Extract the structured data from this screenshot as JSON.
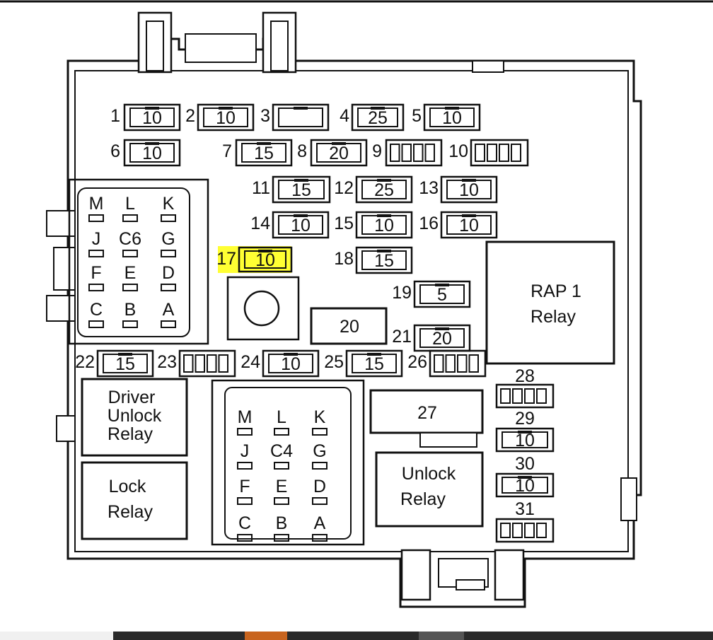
{
  "fuses": {
    "f1": {
      "num": "1",
      "rating": "10"
    },
    "f2": {
      "num": "2",
      "rating": "10"
    },
    "f3": {
      "num": "3",
      "rating": ""
    },
    "f4": {
      "num": "4",
      "rating": "25"
    },
    "f5": {
      "num": "5",
      "rating": "10"
    },
    "f6": {
      "num": "6",
      "rating": "10"
    },
    "f7": {
      "num": "7",
      "rating": "15"
    },
    "f8": {
      "num": "8",
      "rating": "20"
    },
    "f9": {
      "num": "9",
      "rating": ""
    },
    "f10": {
      "num": "10",
      "rating": ""
    },
    "f11": {
      "num": "11",
      "rating": "15"
    },
    "f12": {
      "num": "12",
      "rating": "25"
    },
    "f13": {
      "num": "13",
      "rating": "10"
    },
    "f14": {
      "num": "14",
      "rating": "10"
    },
    "f15": {
      "num": "15",
      "rating": "10"
    },
    "f16": {
      "num": "16",
      "rating": "10"
    },
    "f17": {
      "num": "17",
      "rating": "10"
    },
    "f18": {
      "num": "18",
      "rating": "15"
    },
    "f19": {
      "num": "19",
      "rating": "5"
    },
    "f20": {
      "num": "20",
      "rating": "20"
    },
    "f21": {
      "num": "21",
      "rating": "20"
    },
    "f22": {
      "num": "22",
      "rating": "15"
    },
    "f23": {
      "num": "23",
      "rating": ""
    },
    "f24": {
      "num": "24",
      "rating": "10"
    },
    "f25": {
      "num": "25",
      "rating": "15"
    },
    "f26": {
      "num": "26",
      "rating": ""
    },
    "f27": {
      "num": "27",
      "rating": ""
    },
    "f28": {
      "num": "28",
      "rating": ""
    },
    "f29": {
      "num": "29",
      "rating": "10"
    },
    "f30": {
      "num": "30",
      "rating": "10"
    },
    "f31": {
      "num": "31",
      "rating": ""
    }
  },
  "connector_c6": {
    "name": "C6",
    "pins": [
      "M",
      "L",
      "K",
      "J",
      "G",
      "F",
      "E",
      "D",
      "C",
      "B",
      "A"
    ]
  },
  "connector_c4": {
    "name": "C4",
    "pins": [
      "M",
      "L",
      "K",
      "J",
      "G",
      "F",
      "E",
      "D",
      "C",
      "B",
      "A"
    ]
  },
  "relays": {
    "rap1": {
      "line1": "RAP 1",
      "line2": "Relay"
    },
    "driver_unlock": {
      "line1": "Driver",
      "line2": "Unlock",
      "line3": "Relay"
    },
    "lock": {
      "line1": "Lock",
      "line2": "Relay"
    },
    "unlock": {
      "line1": "Unlock",
      "line2": "Relay"
    }
  },
  "highlight_color": "#ffff33",
  "bottom_bar_colors": [
    "#f0f0f0",
    "#2a2a2a",
    "#c8641e",
    "#2a2a2a",
    "#555555",
    "#2a2a2a"
  ]
}
